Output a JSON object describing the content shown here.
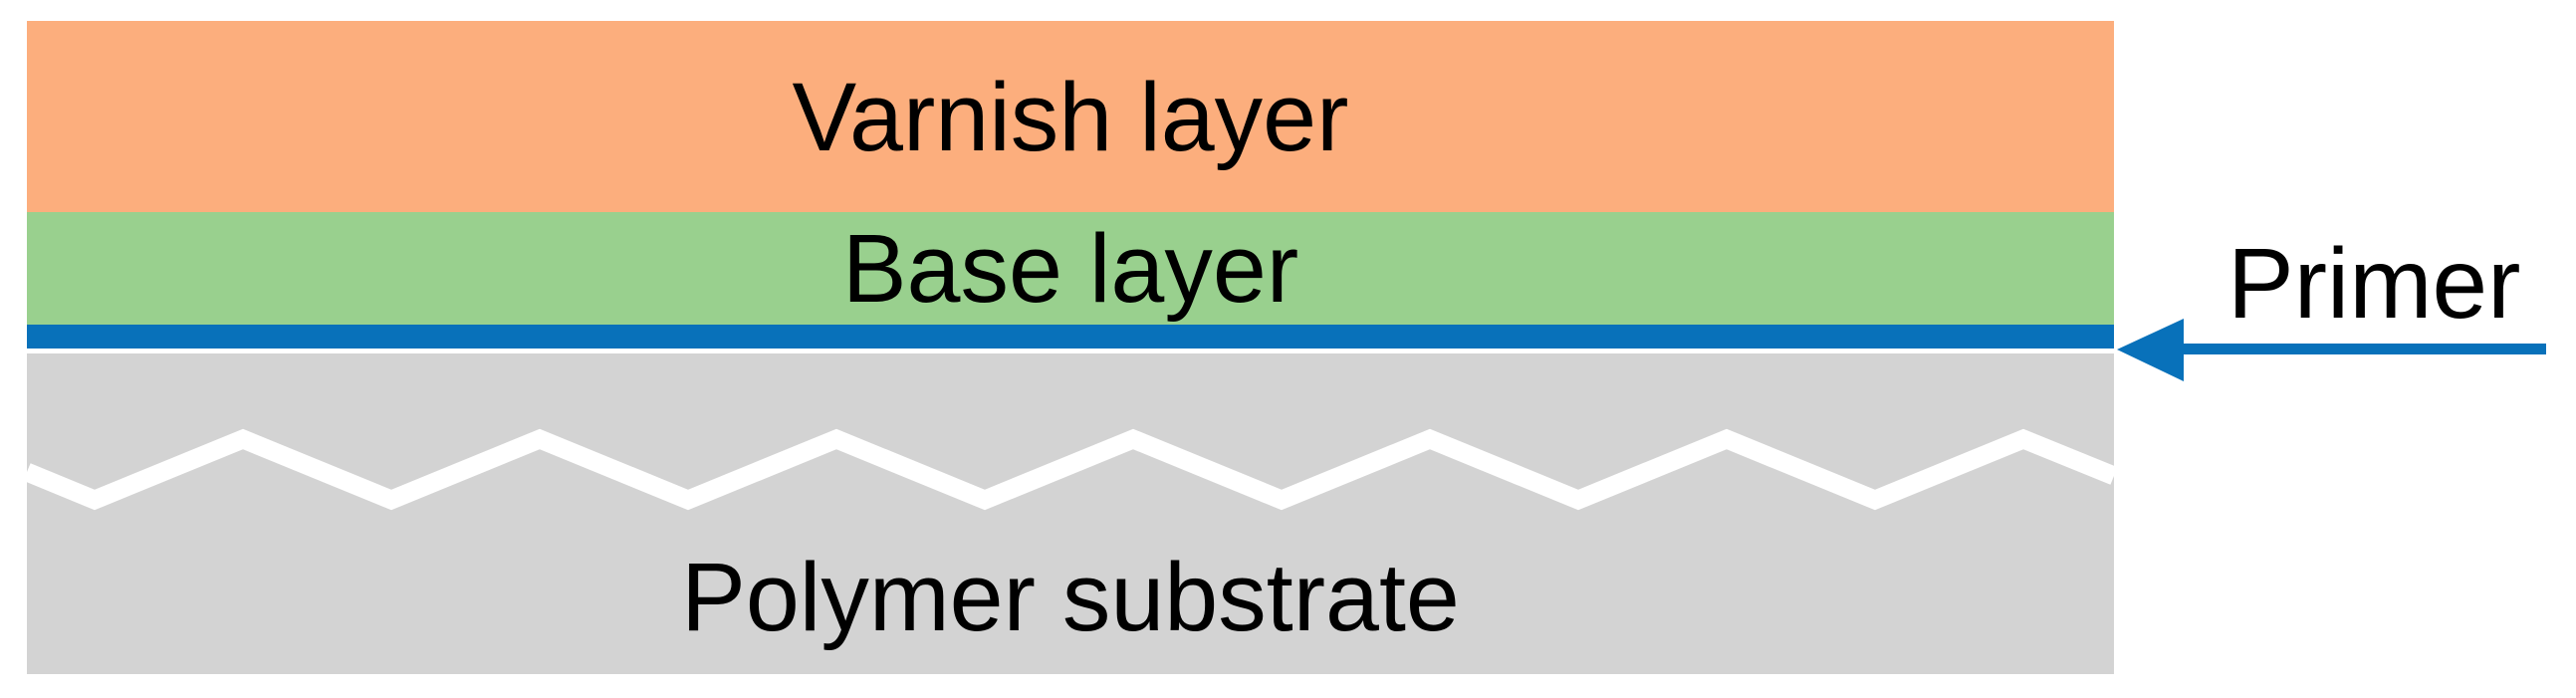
{
  "diagram": {
    "background_color": "#FFFFFF",
    "text_color": "#000000",
    "layers": {
      "varnish": {
        "label": "Varnish layer",
        "color": "#FCAE7D"
      },
      "base": {
        "label": "Base layer",
        "color": "#99D08E"
      },
      "primer": {
        "label": "",
        "color": "#0871BA"
      },
      "substrate": {
        "label": "Polymer substrate",
        "color": "#D3D3D3"
      }
    },
    "break_line": {
      "meaning": "substrate-continuation-break",
      "color": "#FFFFFF"
    },
    "annotation": {
      "label": "Primer",
      "arrow_color": "#0871BA",
      "direction": "left",
      "points_to": "primer-layer"
    }
  }
}
